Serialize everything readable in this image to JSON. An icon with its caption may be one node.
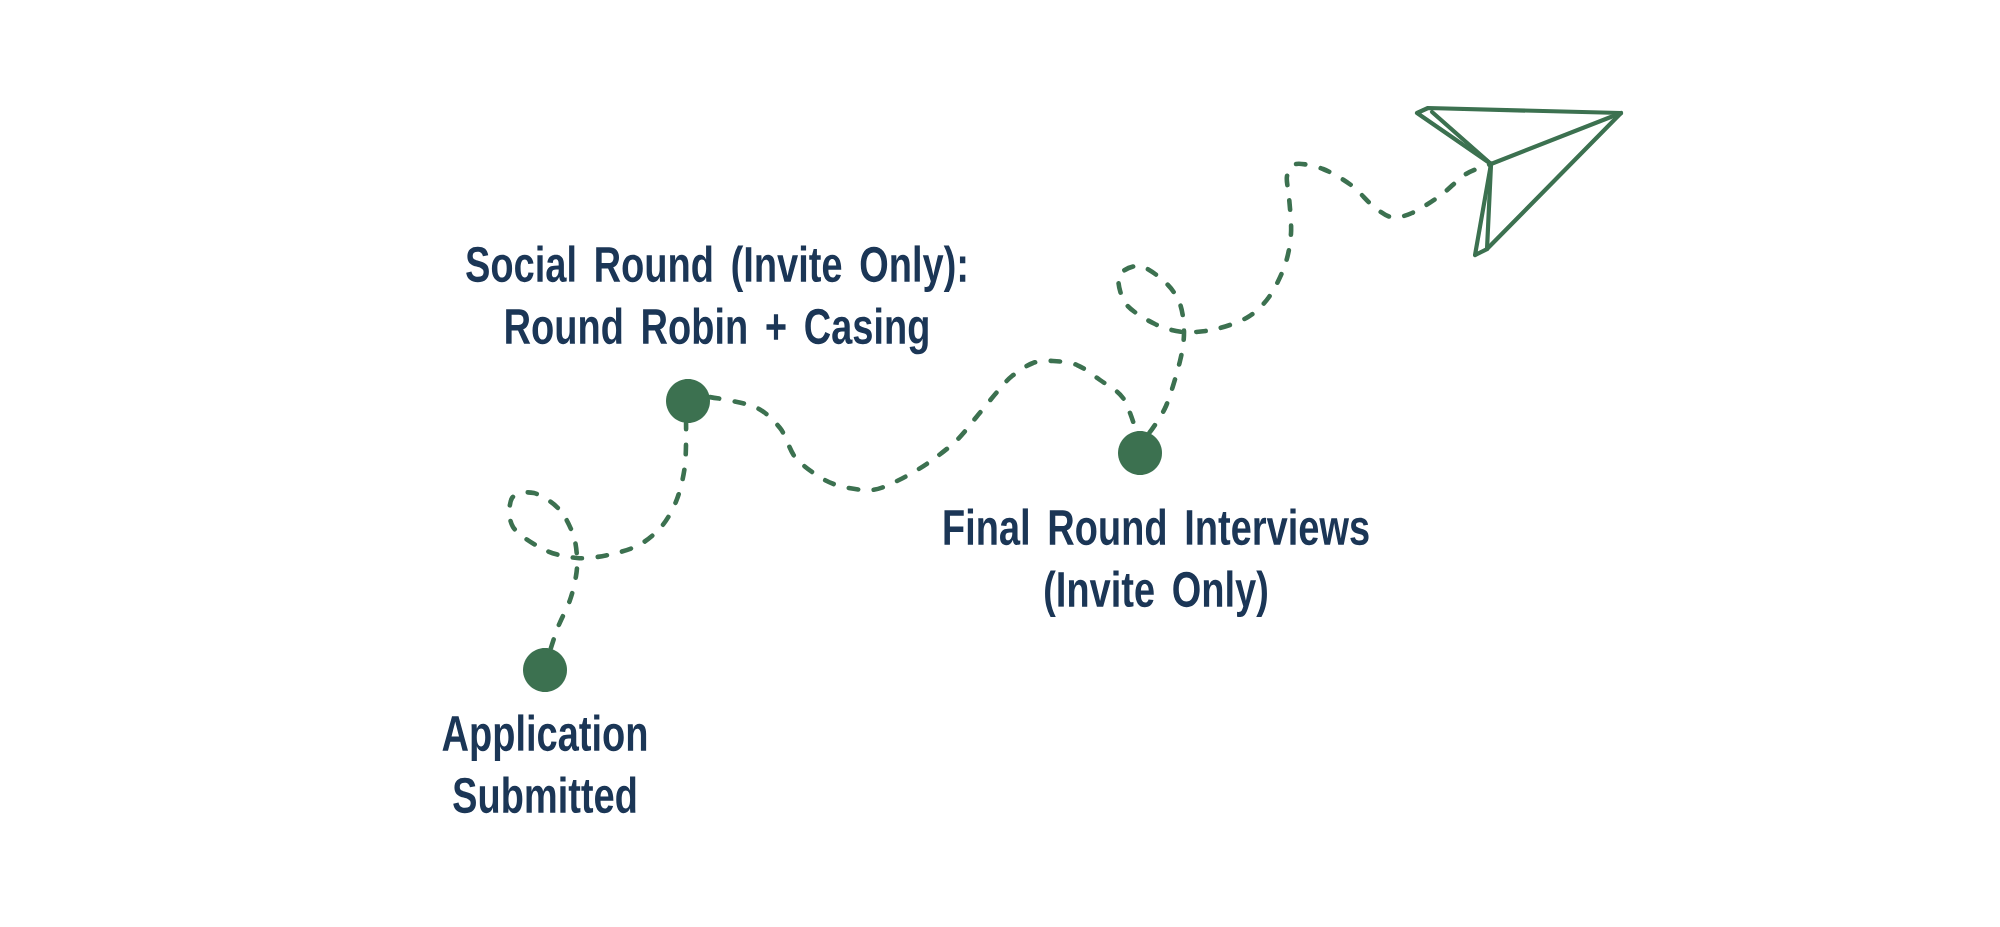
{
  "diagram": {
    "nodes": [
      {
        "text": [],
        "shape": "circle",
        "beside": [
          "Application Submitted"
        ]
      },
      {
        "text": [],
        "shape": "circle",
        "beside": [
          "Social Round (Invite Only): Round Robin + Casing"
        ]
      },
      {
        "text": [],
        "shape": "circle",
        "beside": [
          "Final Round Interviews (Invite Only)"
        ]
      },
      {
        "text": [],
        "shape": "picture"
      }
    ],
    "edges": [
      {
        "from": 0,
        "to": 1,
        "arrow": "none",
        "style": "dashed"
      },
      {
        "from": 1,
        "to": 2,
        "arrow": "none",
        "style": "dashed"
      },
      {
        "from": 2,
        "to": 3,
        "arrow": "none",
        "style": "dashed"
      }
    ]
  }
}
